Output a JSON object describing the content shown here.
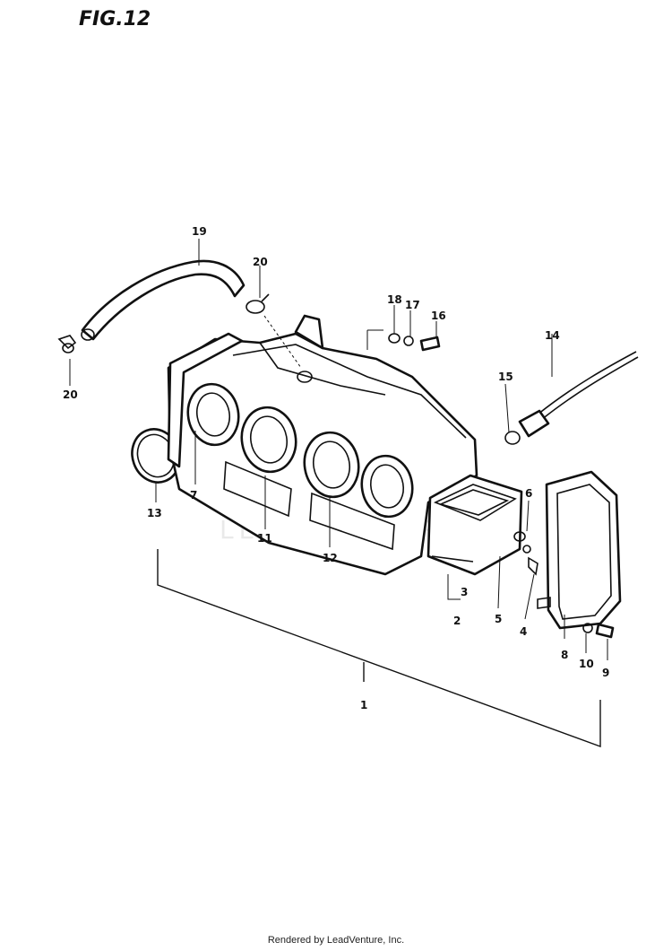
{
  "figure": {
    "title": "FIG.12",
    "watermark": "LEADVENTURE"
  },
  "callouts": {
    "c1": "1",
    "c2": "2",
    "c3": "3",
    "c4": "4",
    "c5": "5",
    "c6": "6",
    "c7": "7",
    "c8": "8",
    "c9": "9",
    "c10": "10",
    "c11": "11",
    "c12": "12",
    "c13": "13",
    "c14": "14",
    "c15": "15",
    "c16": "16",
    "c17": "17",
    "c18": "18",
    "c19": "19",
    "c20a": "20",
    "c20b": "20"
  },
  "footer": {
    "credit": "Rendered by LeadVenture, Inc."
  }
}
